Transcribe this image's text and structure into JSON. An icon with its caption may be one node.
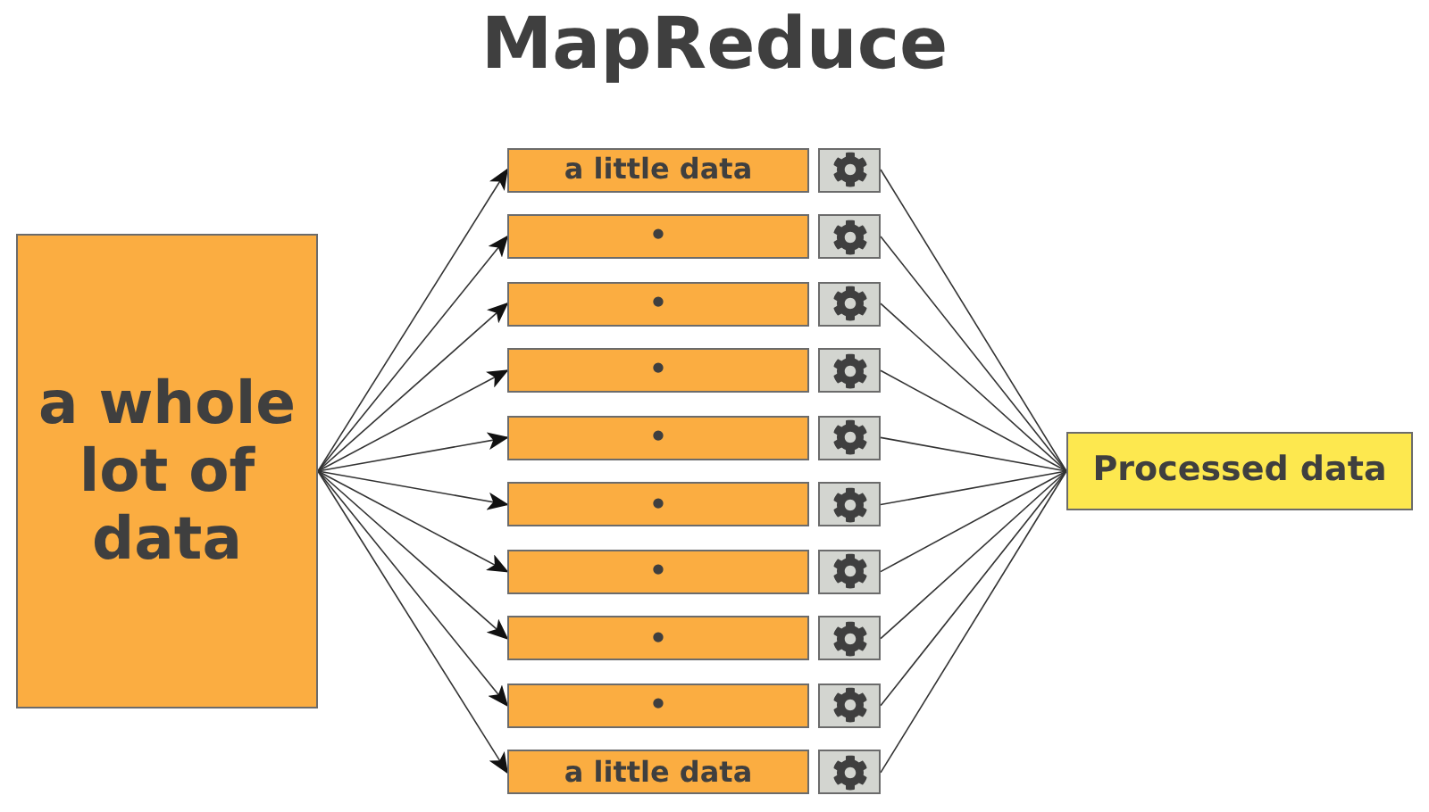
{
  "diagram": {
    "title": "MapReduce",
    "nodes": [
      {
        "text": [
          "a whole lot of data"
        ]
      },
      {
        "text": [
          "a little data"
        ]
      },
      {
        "text": [
          "•"
        ]
      },
      {
        "text": [
          "•"
        ]
      },
      {
        "text": [
          "•"
        ]
      },
      {
        "text": [
          "•"
        ]
      },
      {
        "text": [
          "•"
        ]
      },
      {
        "text": [
          "•"
        ]
      },
      {
        "text": [
          "•"
        ]
      },
      {
        "text": [
          "•"
        ]
      },
      {
        "text": [
          "a little data"
        ]
      },
      {
        "text": [],
        "shape": "box"
      },
      {
        "text": [],
        "shape": "box"
      },
      {
        "text": [],
        "shape": "box"
      },
      {
        "text": [],
        "shape": "box"
      },
      {
        "text": [],
        "shape": "box"
      },
      {
        "text": [],
        "shape": "box"
      },
      {
        "text": [],
        "shape": "box"
      },
      {
        "text": [],
        "shape": "box"
      },
      {
        "text": [],
        "shape": "box"
      },
      {
        "text": [],
        "shape": "box"
      },
      {
        "text": [
          "Processed data"
        ]
      }
    ],
    "edges": [
      {
        "from": 0,
        "to": 1,
        "arrow": "to"
      },
      {
        "from": 0,
        "to": 2,
        "arrow": "to"
      },
      {
        "from": 0,
        "to": 3,
        "arrow": "to"
      },
      {
        "from": 0,
        "to": 4,
        "arrow": "to"
      },
      {
        "from": 0,
        "to": 5,
        "arrow": "to"
      },
      {
        "from": 0,
        "to": 6,
        "arrow": "to"
      },
      {
        "from": 0,
        "to": 7,
        "arrow": "to"
      },
      {
        "from": 0,
        "to": 8,
        "arrow": "to"
      },
      {
        "from": 0,
        "to": 9,
        "arrow": "to"
      },
      {
        "from": 0,
        "to": 10,
        "arrow": "to"
      },
      {
        "from": 11,
        "to": 21,
        "arrow": "none"
      },
      {
        "from": 12,
        "to": 21,
        "arrow": "none"
      },
      {
        "from": 13,
        "to": 21,
        "arrow": "none"
      },
      {
        "from": 14,
        "to": 21,
        "arrow": "none"
      },
      {
        "from": 15,
        "to": 21,
        "arrow": "none"
      },
      {
        "from": 16,
        "to": 21,
        "arrow": "none"
      },
      {
        "from": 17,
        "to": 21,
        "arrow": "none"
      },
      {
        "from": 18,
        "to": 21,
        "arrow": "none"
      },
      {
        "from": 19,
        "to": 21,
        "arrow": "none"
      },
      {
        "from": 20,
        "to": 21,
        "arrow": "none"
      }
    ]
  }
}
